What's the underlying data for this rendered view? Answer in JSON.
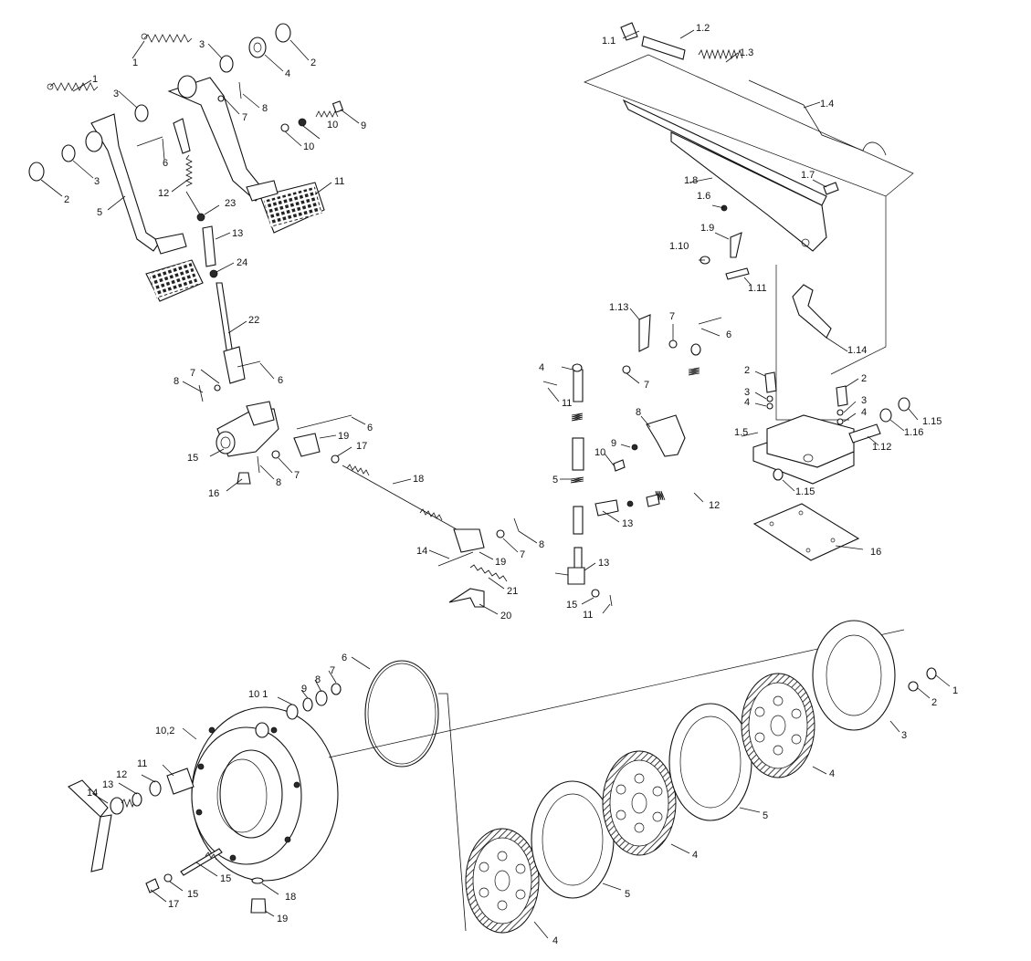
{
  "figure": {
    "callouts_left": [
      {
        "id": "l-1a",
        "text": "1"
      },
      {
        "id": "l-1b",
        "text": "1"
      },
      {
        "id": "l-2a",
        "text": "2"
      },
      {
        "id": "l-2b",
        "text": "2"
      },
      {
        "id": "l-3a",
        "text": "3"
      },
      {
        "id": "l-3b",
        "text": "3"
      },
      {
        "id": "l-3c",
        "text": "3"
      },
      {
        "id": "l-4",
        "text": "4"
      },
      {
        "id": "l-5",
        "text": "5"
      },
      {
        "id": "l-6a",
        "text": "6"
      },
      {
        "id": "l-6b",
        "text": "6"
      },
      {
        "id": "l-6c",
        "text": "6"
      },
      {
        "id": "l-7a",
        "text": "7"
      },
      {
        "id": "l-7b",
        "text": "7"
      },
      {
        "id": "l-7c",
        "text": "7"
      },
      {
        "id": "l-7d",
        "text": "7"
      },
      {
        "id": "l-8a",
        "text": "8"
      },
      {
        "id": "l-8b",
        "text": "8"
      },
      {
        "id": "l-8c",
        "text": "8"
      },
      {
        "id": "l-8d",
        "text": "8"
      },
      {
        "id": "l-9",
        "text": "9"
      },
      {
        "id": "l-10a",
        "text": "10"
      },
      {
        "id": "l-10b",
        "text": "10"
      },
      {
        "id": "l-11",
        "text": "11"
      },
      {
        "id": "l-12",
        "text": "12"
      },
      {
        "id": "l-13",
        "text": "13"
      },
      {
        "id": "l-14",
        "text": "14"
      },
      {
        "id": "l-15",
        "text": "15"
      },
      {
        "id": "l-16",
        "text": "16"
      },
      {
        "id": "l-17",
        "text": "17"
      },
      {
        "id": "l-18",
        "text": "18"
      },
      {
        "id": "l-19a",
        "text": "19"
      },
      {
        "id": "l-19b",
        "text": "19"
      },
      {
        "id": "l-20",
        "text": "20"
      },
      {
        "id": "l-21",
        "text": "21"
      },
      {
        "id": "l-22",
        "text": "22"
      },
      {
        "id": "l-23",
        "text": "23"
      },
      {
        "id": "l-24",
        "text": "24"
      }
    ],
    "callouts_right": [
      {
        "id": "r-1.1",
        "text": "1.1"
      },
      {
        "id": "r-1.2",
        "text": "1.2"
      },
      {
        "id": "r-1.3",
        "text": "1.3"
      },
      {
        "id": "r-1.4",
        "text": "1.4"
      },
      {
        "id": "r-1.5",
        "text": "1.5"
      },
      {
        "id": "r-1.6",
        "text": "1.6"
      },
      {
        "id": "r-1.7",
        "text": "1.7"
      },
      {
        "id": "r-1.8",
        "text": "1.8"
      },
      {
        "id": "r-1.9",
        "text": "1.9"
      },
      {
        "id": "r-1.10",
        "text": "1.10"
      },
      {
        "id": "r-1.11",
        "text": "1.11"
      },
      {
        "id": "r-1.12",
        "text": "1.12"
      },
      {
        "id": "r-1.13",
        "text": "1.13"
      },
      {
        "id": "r-1.14",
        "text": "1.14"
      },
      {
        "id": "r-1.15a",
        "text": "1.15"
      },
      {
        "id": "r-1.15b",
        "text": "1.15"
      },
      {
        "id": "r-1.16",
        "text": "1.16"
      },
      {
        "id": "r-2a",
        "text": "2"
      },
      {
        "id": "r-2b",
        "text": "2"
      },
      {
        "id": "r-3a",
        "text": "3"
      },
      {
        "id": "r-3b",
        "text": "3"
      },
      {
        "id": "r-4a",
        "text": "4"
      },
      {
        "id": "r-4b",
        "text": "4"
      },
      {
        "id": "r-4c",
        "text": "4"
      },
      {
        "id": "r-5",
        "text": "5"
      },
      {
        "id": "r-6",
        "text": "6"
      },
      {
        "id": "r-7a",
        "text": "7"
      },
      {
        "id": "r-7b",
        "text": "7"
      },
      {
        "id": "r-8",
        "text": "8"
      },
      {
        "id": "r-9",
        "text": "9"
      },
      {
        "id": "r-10",
        "text": "10"
      },
      {
        "id": "r-11a",
        "text": "11"
      },
      {
        "id": "r-11b",
        "text": "11"
      },
      {
        "id": "r-12",
        "text": "12"
      },
      {
        "id": "r-13a",
        "text": "13"
      },
      {
        "id": "r-13b",
        "text": "13"
      },
      {
        "id": "r-15",
        "text": "15"
      },
      {
        "id": "r-16",
        "text": "16"
      }
    ],
    "callouts_bottom": [
      {
        "id": "b-1",
        "text": "1"
      },
      {
        "id": "b-2",
        "text": "2"
      },
      {
        "id": "b-3",
        "text": "3"
      },
      {
        "id": "b-4a",
        "text": "4"
      },
      {
        "id": "b-4b",
        "text": "4"
      },
      {
        "id": "b-4c",
        "text": "4"
      },
      {
        "id": "b-5a",
        "text": "5"
      },
      {
        "id": "b-5b",
        "text": "5"
      },
      {
        "id": "b-6",
        "text": "6"
      },
      {
        "id": "b-7",
        "text": "7"
      },
      {
        "id": "b-8",
        "text": "8"
      },
      {
        "id": "b-9",
        "text": "9"
      },
      {
        "id": "b-10-1",
        "text": "10 1"
      },
      {
        "id": "b-10-2",
        "text": "10,2"
      },
      {
        "id": "b-11",
        "text": "11"
      },
      {
        "id": "b-12",
        "text": "12"
      },
      {
        "id": "b-13",
        "text": "13"
      },
      {
        "id": "b-14",
        "text": "14"
      },
      {
        "id": "b-15a",
        "text": "15"
      },
      {
        "id": "b-15b",
        "text": "15"
      },
      {
        "id": "b-17",
        "text": "17"
      },
      {
        "id": "b-18",
        "text": "18"
      },
      {
        "id": "b-19",
        "text": "19"
      }
    ]
  }
}
